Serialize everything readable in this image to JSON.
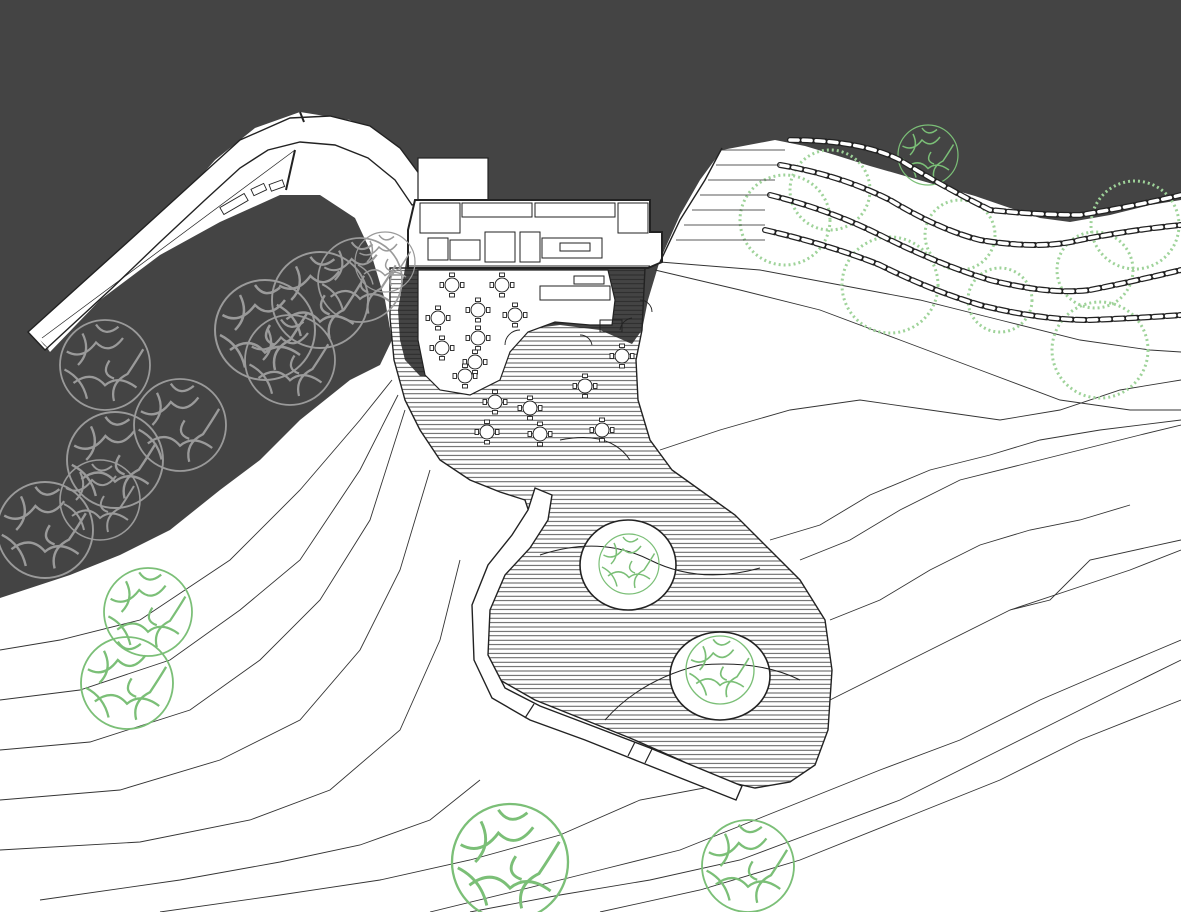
{
  "plan": {
    "kind": "architectural site plan",
    "texts": [],
    "colors": {
      "background": "#ffffff",
      "water": "#444444",
      "line": "#222222",
      "contour": "#333333",
      "tree_on_water": "#9a9a9a",
      "tree_new": "#9fd39a",
      "tree_new_stroke": "#7bbf77",
      "building_fill": "#ffffff"
    },
    "icons": [
      "tree-canopy-symbol",
      "table-with-chairs-symbol",
      "boulder-symbol",
      "deck-hatch"
    ]
  }
}
